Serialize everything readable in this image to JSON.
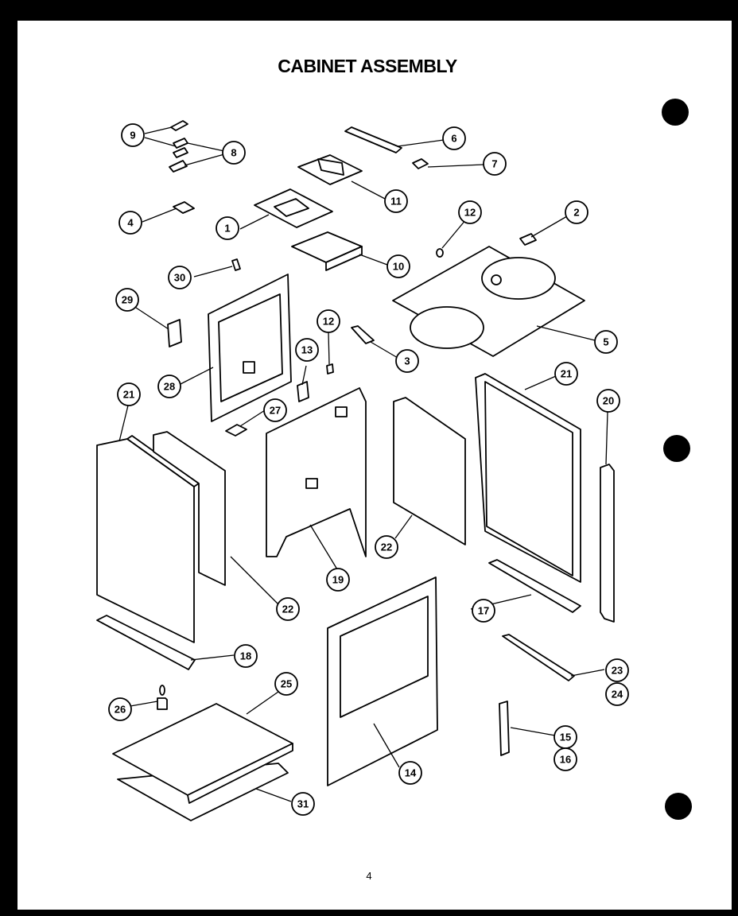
{
  "title": "CABINET ASSEMBLY",
  "page_number": "4",
  "callouts": [
    {
      "id": "9",
      "label": "9"
    },
    {
      "id": "8",
      "label": "8"
    },
    {
      "id": "6",
      "label": "6"
    },
    {
      "id": "7",
      "label": "7"
    },
    {
      "id": "11",
      "label": "11"
    },
    {
      "id": "4",
      "label": "4"
    },
    {
      "id": "1",
      "label": "1"
    },
    {
      "id": "12a",
      "label": "12"
    },
    {
      "id": "2",
      "label": "2"
    },
    {
      "id": "30",
      "label": "30"
    },
    {
      "id": "10",
      "label": "10"
    },
    {
      "id": "29",
      "label": "29"
    },
    {
      "id": "12b",
      "label": "12"
    },
    {
      "id": "5",
      "label": "5"
    },
    {
      "id": "13",
      "label": "13"
    },
    {
      "id": "3",
      "label": "3"
    },
    {
      "id": "28",
      "label": "28"
    },
    {
      "id": "21a",
      "label": "21"
    },
    {
      "id": "21b",
      "label": "21"
    },
    {
      "id": "20",
      "label": "20"
    },
    {
      "id": "27",
      "label": "27"
    },
    {
      "id": "22a",
      "label": "22"
    },
    {
      "id": "19",
      "label": "19"
    },
    {
      "id": "22b",
      "label": "22"
    },
    {
      "id": "17",
      "label": "17"
    },
    {
      "id": "18",
      "label": "18"
    },
    {
      "id": "23",
      "label": "23"
    },
    {
      "id": "24",
      "label": "24"
    },
    {
      "id": "25",
      "label": "25"
    },
    {
      "id": "26",
      "label": "26"
    },
    {
      "id": "15",
      "label": "15"
    },
    {
      "id": "16",
      "label": "16"
    },
    {
      "id": "14",
      "label": "14"
    },
    {
      "id": "31",
      "label": "31"
    }
  ]
}
